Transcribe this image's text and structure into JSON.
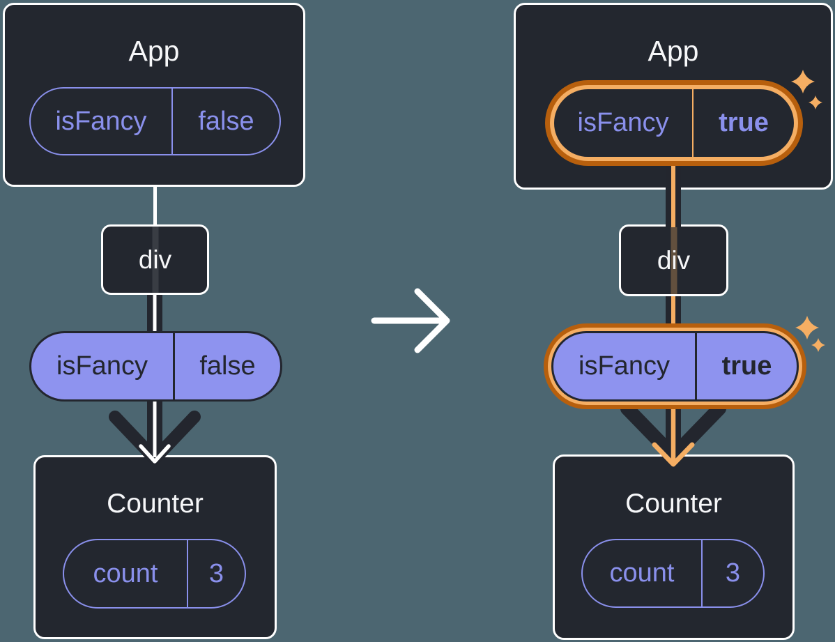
{
  "theme": {
    "background": "#4C6671",
    "box_fill": "#23272F",
    "box_border": "#FFFFFF",
    "purple": "#8A90EC",
    "lavender": "#8E93EF",
    "dark": "#23262E",
    "orange_light": "#F5AE63",
    "orange_dark": "#B75F0D",
    "title_color": "#F6F7F9"
  },
  "icons": {
    "transition": "arrow-right-icon",
    "highlight": "sparkle-icon"
  },
  "before": {
    "app": {
      "title": "App",
      "state": {
        "name": "isFancy",
        "value": "false"
      }
    },
    "tree": {
      "div_label": "div"
    },
    "prop": {
      "name": "isFancy",
      "value": "false"
    },
    "counter": {
      "title": "Counter",
      "state": {
        "name": "count",
        "value": "3"
      }
    }
  },
  "after": {
    "app": {
      "title": "App",
      "state": {
        "name": "isFancy",
        "value": "true"
      }
    },
    "tree": {
      "div_label": "div"
    },
    "prop": {
      "name": "isFancy",
      "value": "true"
    },
    "counter": {
      "title": "Counter",
      "state": {
        "name": "count",
        "value": "3"
      }
    }
  }
}
